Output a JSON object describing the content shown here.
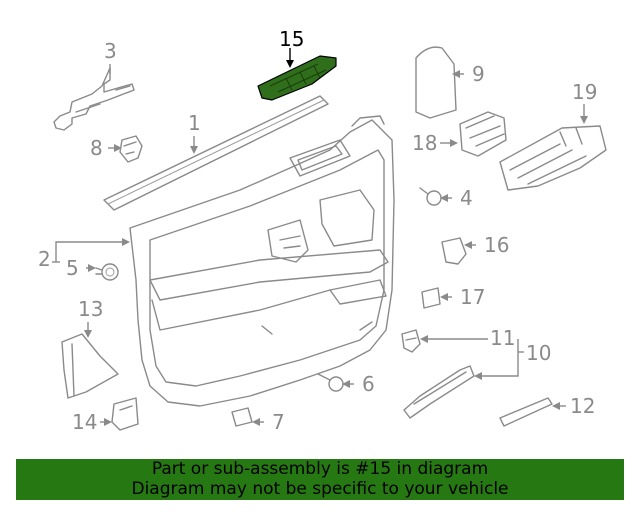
{
  "callouts": [
    {
      "id": "1",
      "label": "1"
    },
    {
      "id": "2",
      "label": "2"
    },
    {
      "id": "3",
      "label": "3"
    },
    {
      "id": "4",
      "label": "4"
    },
    {
      "id": "5",
      "label": "5"
    },
    {
      "id": "6",
      "label": "6"
    },
    {
      "id": "7",
      "label": "7"
    },
    {
      "id": "8",
      "label": "8"
    },
    {
      "id": "9",
      "label": "9"
    },
    {
      "id": "10",
      "label": "10"
    },
    {
      "id": "11",
      "label": "11"
    },
    {
      "id": "12",
      "label": "12"
    },
    {
      "id": "13",
      "label": "13"
    },
    {
      "id": "14",
      "label": "14"
    },
    {
      "id": "15",
      "label": "15"
    },
    {
      "id": "16",
      "label": "16"
    },
    {
      "id": "17",
      "label": "17"
    },
    {
      "id": "18",
      "label": "18"
    },
    {
      "id": "19",
      "label": "19"
    }
  ],
  "highlighted_part": "15",
  "colors": {
    "highlight": "#2f6e1a",
    "banner": "#267812",
    "line": "#8a8a8a"
  },
  "footer": {
    "line1": "Part or sub-assembly is #15 in diagram",
    "line2": "Diagram may not be specific to your vehicle"
  }
}
